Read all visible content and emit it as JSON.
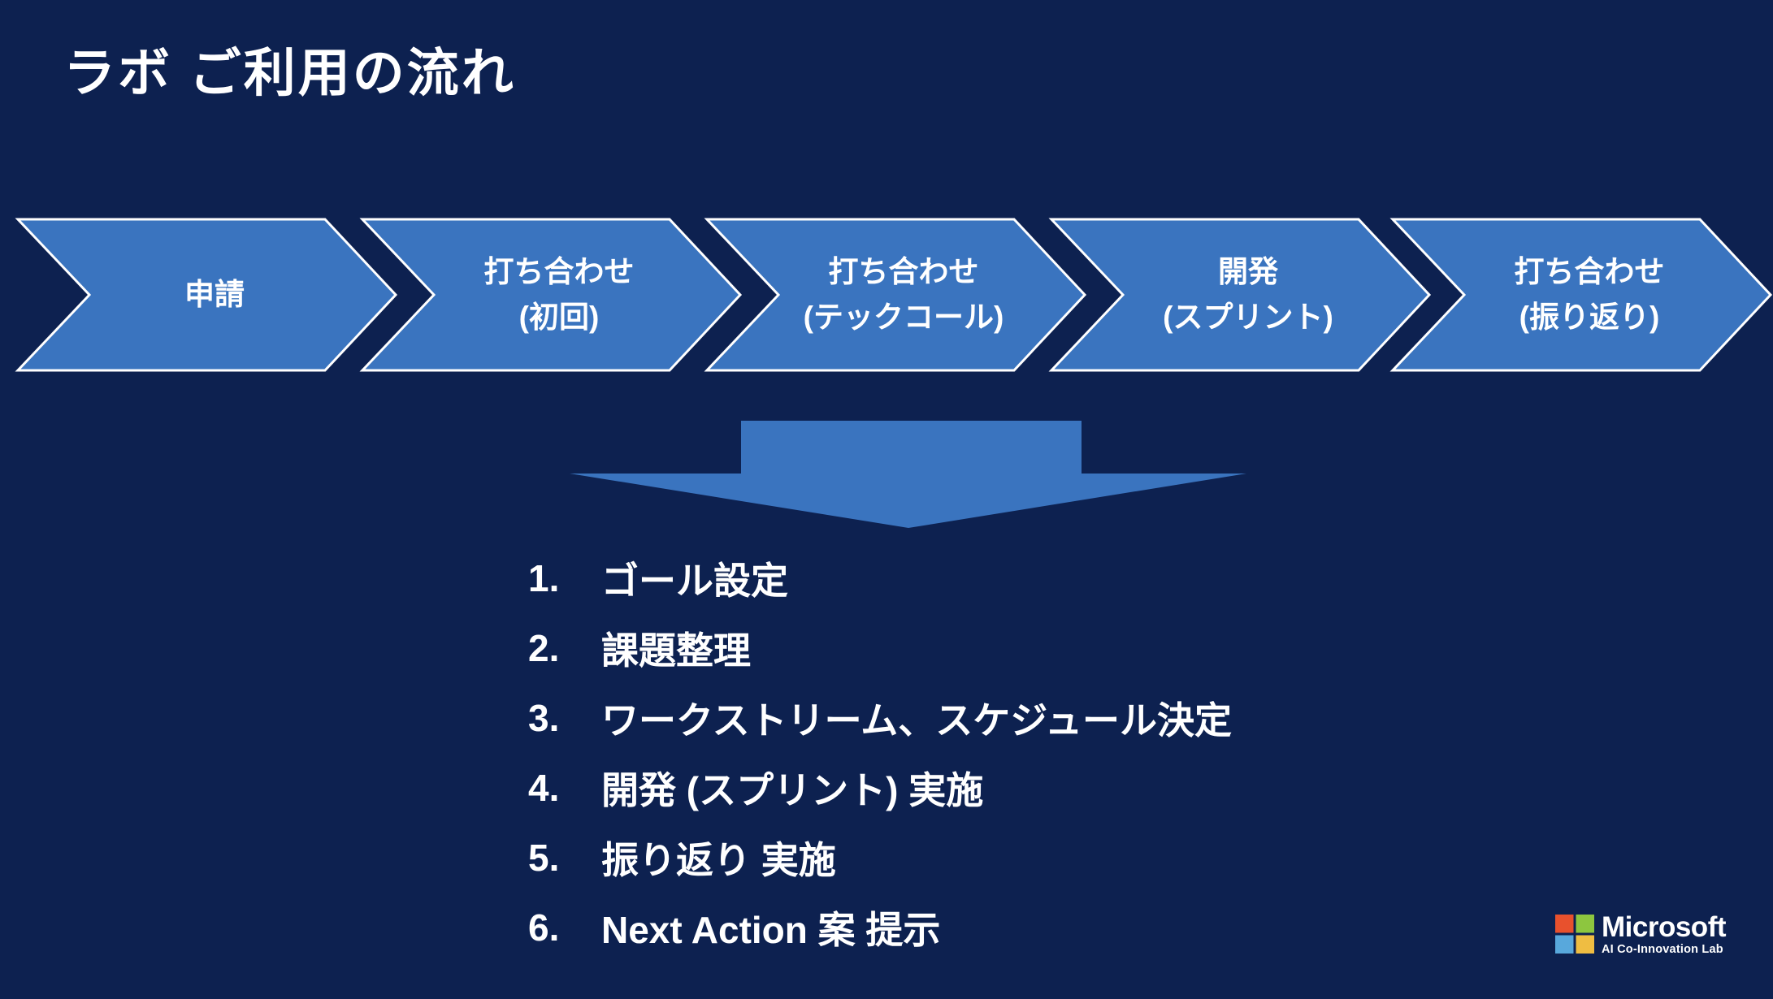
{
  "slide": {
    "title": "ラボ ご利用の流れ",
    "background_color": "#0D2150",
    "accent_color": "#3A74BF",
    "outline_color": "#FFFFFF",
    "text_color": "#FFFFFF"
  },
  "process_flow": {
    "steps": [
      {
        "line1": "申請",
        "line2": ""
      },
      {
        "line1": "打ち合わせ",
        "line2": "(初回)"
      },
      {
        "line1": "打ち合わせ",
        "line2": "(テックコール)"
      },
      {
        "line1": "開発",
        "line2": "(スプリント)"
      },
      {
        "line1": "打ち合わせ",
        "line2": "(振り返り)"
      }
    ]
  },
  "outcomes": {
    "items": [
      {
        "number": "1.",
        "text": "ゴール設定"
      },
      {
        "number": "2.",
        "text": "課題整理"
      },
      {
        "number": "3.",
        "text": "ワークストリーム、スケジュール決定"
      },
      {
        "number": "4.",
        "text": "開発 (スプリント) 実施"
      },
      {
        "number": "5.",
        "text": "振り返り 実施"
      },
      {
        "number": "6.",
        "text": "Next Action 案 提示"
      }
    ]
  },
  "footer": {
    "logo": {
      "brand": "Microsoft",
      "sub_brand": "AI Co-Innovation Lab",
      "colors": {
        "top_left": "#E8512D",
        "top_right": "#8DC63F",
        "bottom_left": "#58A8DC",
        "bottom_right": "#EFBD42"
      }
    }
  }
}
